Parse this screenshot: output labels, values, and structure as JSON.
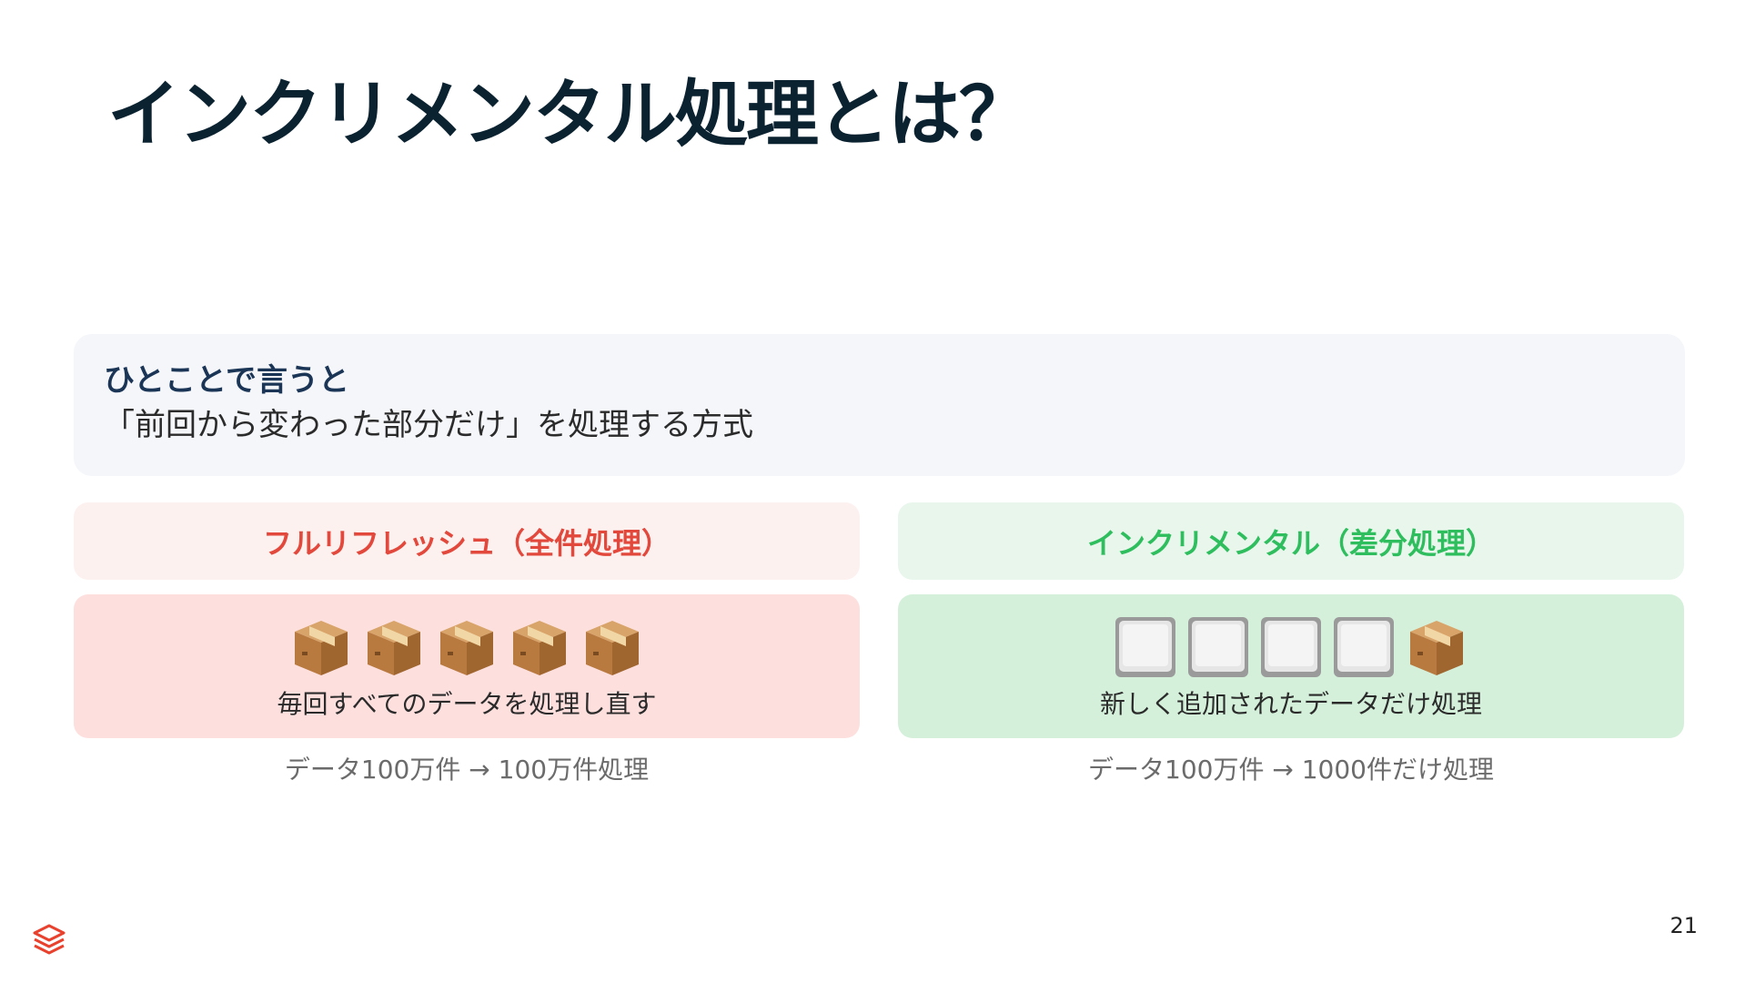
{
  "slide": {
    "title": "インクリメンタル処理とは？",
    "page_number": "21"
  },
  "summary": {
    "heading": "ひとことで言うと",
    "text": "「前回から変わった部分だけ」を処理する方式"
  },
  "full_refresh": {
    "header": "フルリフレッシュ（全件処理）",
    "icons": [
      "package-icon",
      "package-icon",
      "package-icon",
      "package-icon",
      "package-icon"
    ],
    "caption": "毎回すべてのデータを処理し直す",
    "stat": "データ100万件 → 100万件処理"
  },
  "incremental": {
    "header": "インクリメンタル（差分処理）",
    "icons": [
      "white-square-icon",
      "white-square-icon",
      "white-square-icon",
      "white-square-icon",
      "package-icon"
    ],
    "caption": "新しく追加されたデータだけ処理",
    "stat": "データ100万件 → 1000件だけ処理"
  },
  "colors": {
    "title": "#0b2230",
    "summary_heading": "#1b3556",
    "full_refresh_accent": "#e2483b",
    "full_refresh_header_bg": "#fdf1f0",
    "full_refresh_box_bg": "#fde0de",
    "incremental_accent": "#2fbe5e",
    "incremental_header_bg": "#e8f6ec",
    "incremental_box_bg": "#d4f0da",
    "logo": "#e8422f"
  }
}
